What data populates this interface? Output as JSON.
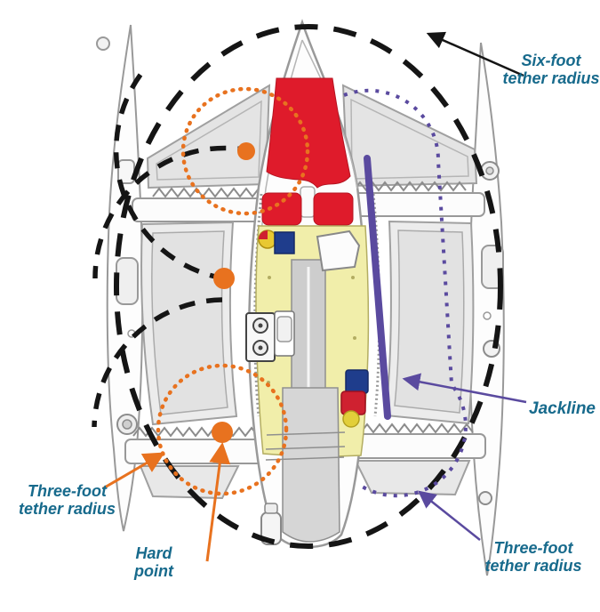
{
  "diagram": {
    "labels": {
      "six_foot_tether_radius": "Six-foot\ntether radius",
      "jackline": "Jackline",
      "three_foot_tether_radius_port": "Three-foot\ntether radius",
      "hard_point": "Hard\npoint",
      "three_foot_tether_radius_stern": "Three-foot\ntether radius"
    },
    "colors": {
      "label_text": "#176a8c",
      "tether_orange": "#e8721f",
      "jackline_purple": "#5a4a9f",
      "dash_black": "#151515",
      "hull_red": "#df1b2b",
      "cabin_yellow": "#f1eeaa",
      "deck_gray": "#e4e4e4",
      "outline_gray": "#999999"
    }
  }
}
